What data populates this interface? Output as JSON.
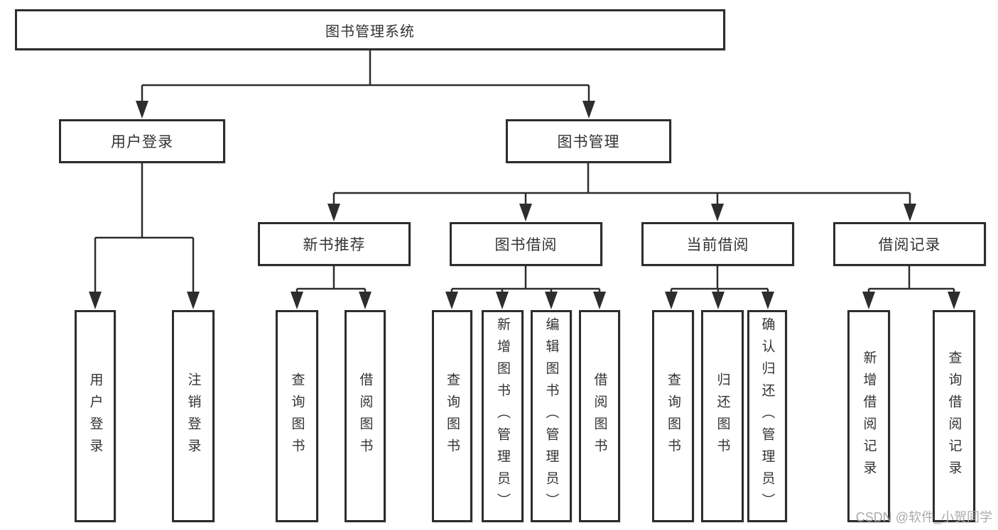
{
  "diagram_title": "图书管理系统",
  "tree": {
    "label": "图书管理系统",
    "children": [
      {
        "label": "用户登录",
        "children": [
          {
            "label": "用户登录"
          },
          {
            "label": "注销登录"
          }
        ]
      },
      {
        "label": "图书管理",
        "children": [
          {
            "label": "新书推荐",
            "children": [
              {
                "label": "查询图书"
              },
              {
                "label": "借阅图书"
              }
            ]
          },
          {
            "label": "图书借阅",
            "children": [
              {
                "label": "查询图书"
              },
              {
                "label": "新增图书（管理员）"
              },
              {
                "label": "编辑图书（管理员）"
              },
              {
                "label": "借阅图书"
              }
            ]
          },
          {
            "label": "当前借阅",
            "children": [
              {
                "label": "查询图书"
              },
              {
                "label": "归还图书"
              },
              {
                "label": "确认归还（管理员）"
              }
            ]
          },
          {
            "label": "借阅记录",
            "children": [
              {
                "label": "新增借阅记录"
              },
              {
                "label": "查询借阅记录"
              }
            ]
          }
        ]
      }
    ]
  },
  "watermark": "CSDN @软件_小贺同学",
  "colors": {
    "line": "#2d2d2d",
    "text": "#333333",
    "watermark": "#ababab",
    "background": "#ffffff"
  }
}
